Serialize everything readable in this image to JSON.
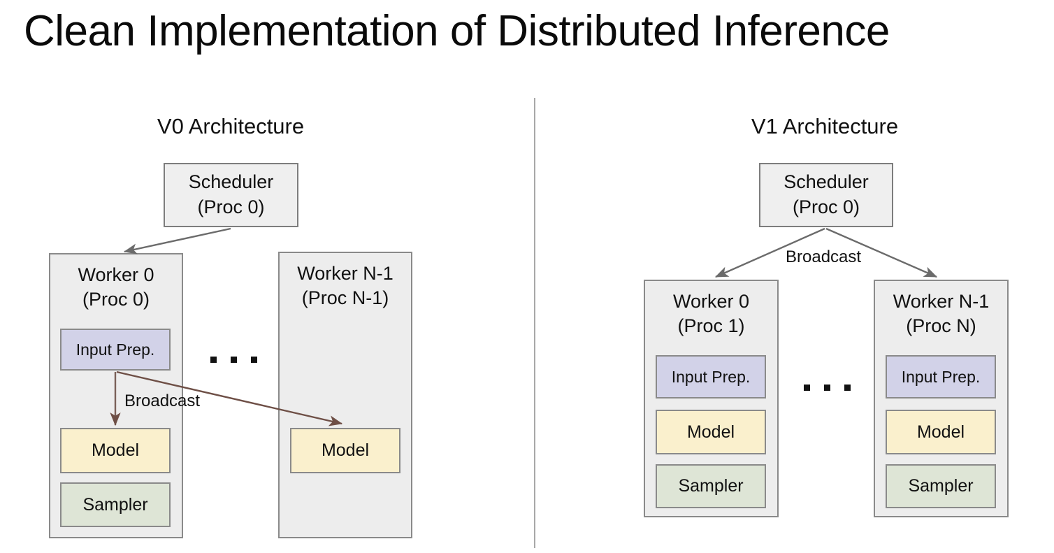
{
  "slide": {
    "title": "Clean Implementation of Distributed Inference"
  },
  "colors": {
    "background": "#ffffff",
    "divider": "#a8a8a8",
    "box_fill": "#efefef",
    "box_border": "#7d7d7d",
    "worker_fill": "#ededed",
    "input_prep_fill": "#d2d2e8",
    "model_fill": "#faf0cd",
    "sampler_fill": "#dee5d6",
    "arrow_gray": "#6b6b6b",
    "arrow_brown": "#6e4f46",
    "text": "#111111"
  },
  "panels": {
    "v0": {
      "heading": "V0 Architecture",
      "scheduler": {
        "line1": "Scheduler",
        "line2": "(Proc 0)"
      },
      "broadcast_label": "Broadcast",
      "ellipsis": "...",
      "workers": [
        {
          "line1": "Worker 0",
          "line2": "(Proc 0)",
          "components": [
            {
              "label": "Input Prep.",
              "kind": "input"
            },
            {
              "label": "Model",
              "kind": "model"
            },
            {
              "label": "Sampler",
              "kind": "sampler"
            }
          ]
        },
        {
          "line1": "Worker N-1",
          "line2": "(Proc N-1)",
          "components": [
            {
              "label": "Model",
              "kind": "model"
            }
          ]
        }
      ]
    },
    "v1": {
      "heading": "V1 Architecture",
      "scheduler": {
        "line1": "Scheduler",
        "line2": "(Proc 0)"
      },
      "broadcast_label": "Broadcast",
      "ellipsis": "...",
      "workers": [
        {
          "line1": "Worker 0",
          "line2": "(Proc 1)",
          "components": [
            {
              "label": "Input Prep.",
              "kind": "input"
            },
            {
              "label": "Model",
              "kind": "model"
            },
            {
              "label": "Sampler",
              "kind": "sampler"
            }
          ]
        },
        {
          "line1": "Worker N-1",
          "line2": "(Proc N)",
          "components": [
            {
              "label": "Input Prep.",
              "kind": "input"
            },
            {
              "label": "Model",
              "kind": "model"
            },
            {
              "label": "Sampler",
              "kind": "sampler"
            }
          ]
        }
      ]
    }
  }
}
